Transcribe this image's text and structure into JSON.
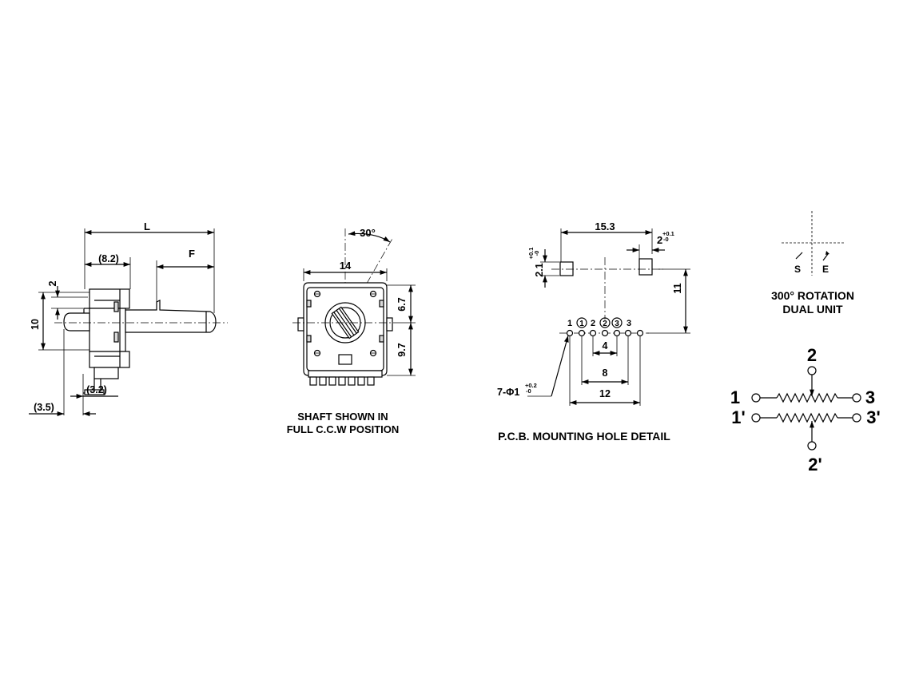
{
  "side_view": {
    "dim_L": "L",
    "dim_8_2": "(8.2)",
    "dim_F": "F",
    "dim_2": "2",
    "dim_10": "10",
    "dim_3_2": "(3.2)",
    "dim_3_5": "(3.5)"
  },
  "front_view": {
    "angle": "30°",
    "dim_14": "14",
    "dim_6_7": "6.7",
    "dim_9_7": "9.7",
    "caption_line1": "SHAFT SHOWN IN",
    "caption_line2": "FULL C.C.W POSITION"
  },
  "pcb_detail": {
    "dim_15_3": "15.3",
    "dim_2": "2",
    "tol_2_plus": "+0.1",
    "tol_2_minus": "-0",
    "dim_2_1": "2.1",
    "tol_2_1_plus": "+0.1",
    "tol_2_1_minus": "-0",
    "dim_11": "11",
    "pin_labels": [
      "1",
      "1",
      "2",
      "2",
      "3",
      "3"
    ],
    "circled_pins": [
      "1",
      "2",
      "3"
    ],
    "dim_4": "4",
    "dim_8": "8",
    "dim_12": "12",
    "holes_label": "7-Φ1",
    "holes_tol_plus": "+0.2",
    "holes_tol_minus": "-0",
    "caption": "P.C.B. MOUNTING HOLE DETAIL"
  },
  "rotation": {
    "label_S": "S",
    "label_E": "E",
    "caption_line1": "300° ROTATION",
    "caption_line2": "DUAL UNIT"
  },
  "schematic": {
    "pin_2": "2",
    "pin_1": "1",
    "pin_3": "3",
    "pin_1p": "1'",
    "pin_3p": "3'",
    "pin_2p": "2'"
  }
}
